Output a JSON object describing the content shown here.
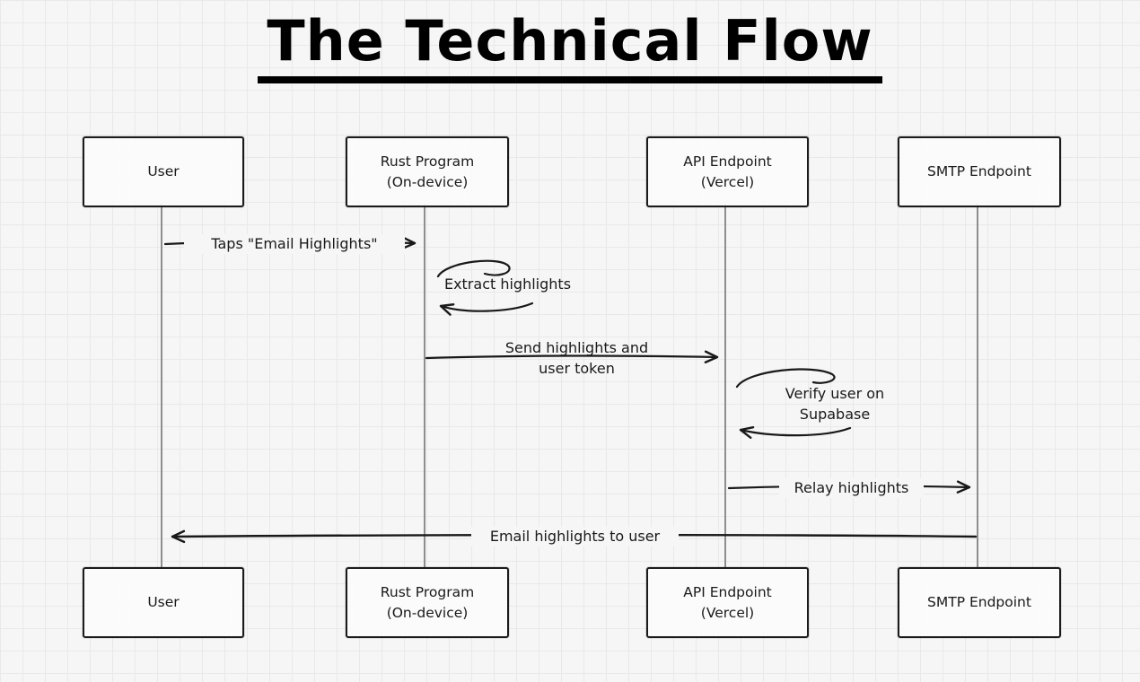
{
  "title": "The Technical Flow",
  "actors": [
    {
      "name": "User",
      "sub": ""
    },
    {
      "name": "Rust Program",
      "sub": "(On-device)"
    },
    {
      "name": "API Endpoint",
      "sub": "(Vercel)"
    },
    {
      "name": "SMTP Endpoint",
      "sub": ""
    }
  ],
  "messages": [
    {
      "text": "Taps \"Email Highlights\""
    },
    {
      "text": "Extract highlights"
    },
    {
      "text": "Send highlights and",
      "text2": "user token"
    },
    {
      "text": "Verify user on",
      "text2": "Supabase"
    },
    {
      "text": "Relay highlights"
    },
    {
      "text": "Email highlights to user"
    }
  ]
}
